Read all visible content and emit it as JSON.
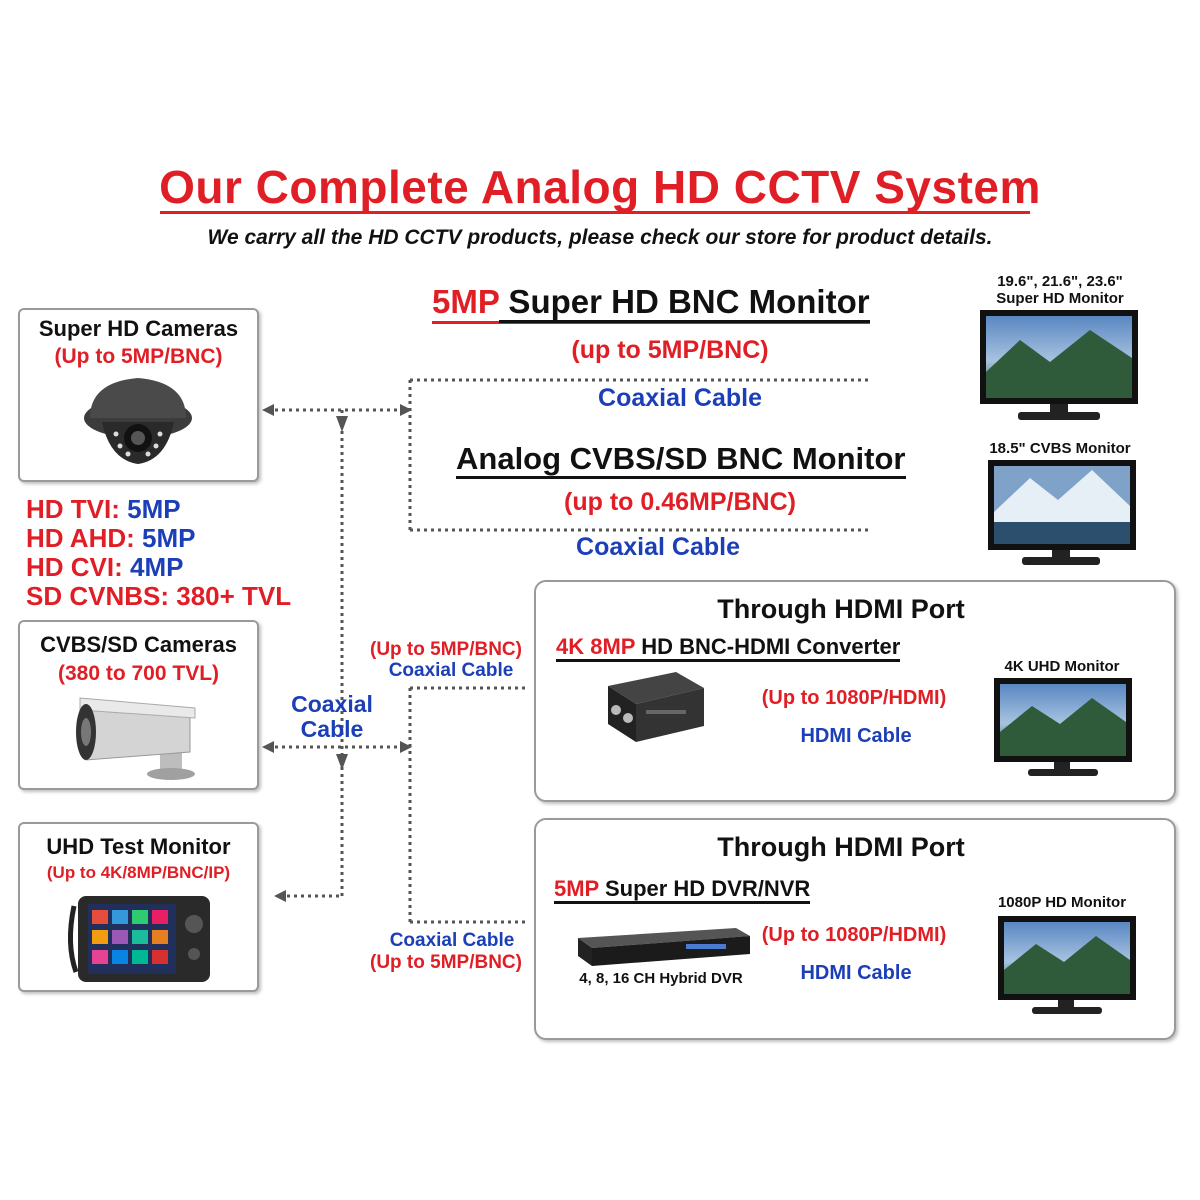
{
  "header": {
    "title": "Our Complete Analog HD CCTV System",
    "subtitle": "We carry all the HD CCTV products, please check our store for product details."
  },
  "cameras": {
    "super_hd": {
      "title": "Super HD Cameras",
      "sub": "(Up to 5MP/BNC)"
    },
    "cvbs_sd": {
      "title": "CVBS/SD Cameras",
      "sub": "(380 to 700 TVL)"
    },
    "uhd_test": {
      "title": "UHD Test Monitor",
      "sub": "(Up to 4K/8MP/BNC/IP)"
    }
  },
  "specs": [
    {
      "label": "HD TVI:",
      "value": " 5MP"
    },
    {
      "label": "HD AHD:",
      "value": " 5MP"
    },
    {
      "label": "HD CVI:",
      "value": " 4MP"
    },
    {
      "label": "SD CVNBS:",
      "value": " 380+ TVL"
    }
  ],
  "center_cable": {
    "line1": "Coaxial",
    "line2": "Cable"
  },
  "monitor_5mp": {
    "highlight": "5MP",
    "title_rest": " Super HD BNC Monitor",
    "sub": "(up to 5MP/BNC)",
    "cable": "Coaxial Cable",
    "caption1": "19.6\", 21.6\", 23.6\"",
    "caption2": "Super HD Monitor"
  },
  "monitor_cvbs": {
    "title": "Analog CVBS/SD BNC Monitor",
    "sub": "(up to 0.46MP/BNC)",
    "cable": "Coaxial Cable",
    "caption": "18.5\" CVBS Monitor"
  },
  "hdmi_converter": {
    "in_sub": "(Up to 5MP/BNC)",
    "in_cable": "Coaxial Cable",
    "port_title": "Through HDMI Port",
    "highlight": "4K 8MP",
    "name_rest": " HD BNC-HDMI Converter",
    "out_sub": "(Up to 1080P/HDMI)",
    "out_cable": "HDMI Cable",
    "monitor_caption": "4K UHD Monitor"
  },
  "dvr": {
    "in_cable": "Coaxial Cable",
    "in_sub": "(Up to 5MP/BNC)",
    "port_title": "Through HDMI Port",
    "highlight": "5MP",
    "name_rest": " Super HD DVR/NVR",
    "device_caption": "4, 8, 16 CH Hybrid DVR",
    "out_sub": "(Up to 1080P/HDMI)",
    "out_cable": "HDMI Cable",
    "monitor_caption": "1080P HD Monitor"
  },
  "colors": {
    "accent_red": "#e01e25",
    "accent_blue": "#1c3fb8",
    "text": "#111111",
    "box_border": "#9a9a9a"
  },
  "icons": [
    "dome-camera-icon",
    "bullet-camera-icon",
    "test-monitor-icon",
    "lcd-monitor-icon",
    "converter-box-icon",
    "dvr-box-icon"
  ]
}
